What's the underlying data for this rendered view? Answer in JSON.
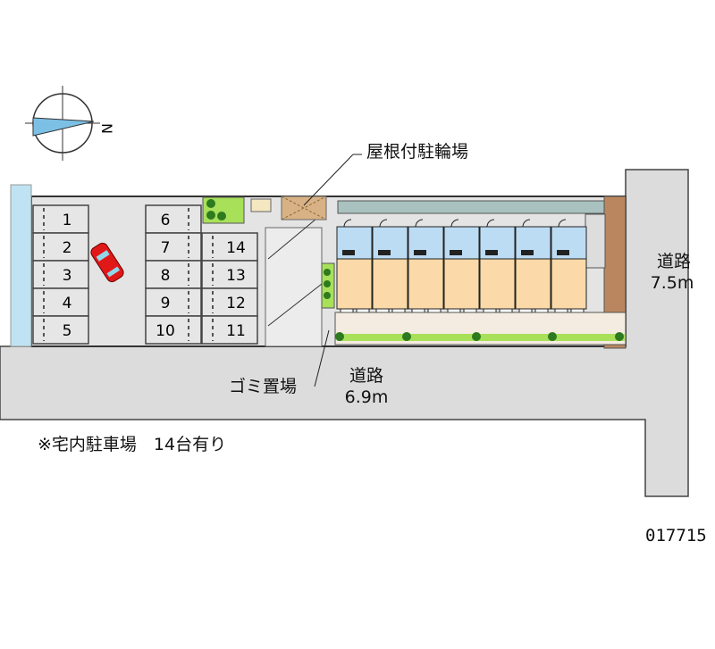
{
  "labels": {
    "bike_shelter": "屋根付駐輪場",
    "garbage": "ゴミ置場",
    "road_east_name": "道路",
    "road_east_width": "7.5m",
    "road_south_name": "道路",
    "road_south_width": "6.9m",
    "note": "※宅内駐車場　14台有り",
    "property_id": "017715",
    "compass_n": "N"
  },
  "parking": {
    "col1": [
      "1",
      "2",
      "3",
      "4",
      "5"
    ],
    "col2": [
      "6",
      "7",
      "8",
      "9",
      "10"
    ],
    "col3": [
      "14",
      "13",
      "12",
      "11"
    ]
  },
  "units_count": 7,
  "colors": {
    "road": "#dcdcdc",
    "ground": "#e6e6e6",
    "water": "#bfe3f2",
    "unit_wet": "#bcdcf4",
    "unit_room": "#fbd9a8",
    "green": "#a8e05a",
    "car": "#e01818"
  }
}
